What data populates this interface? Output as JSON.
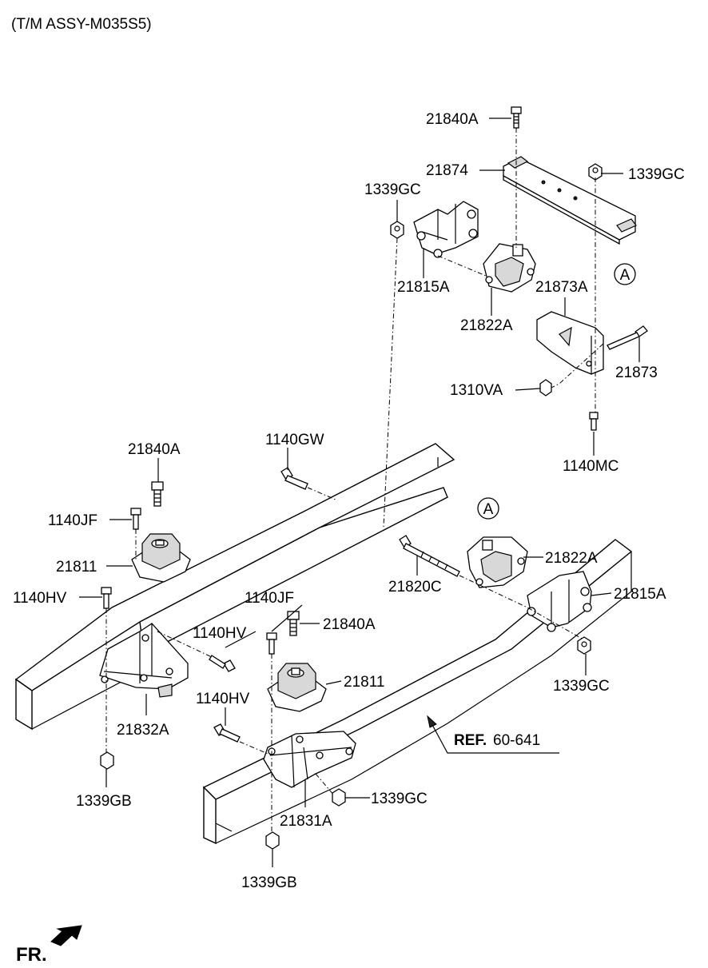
{
  "header": {
    "title": "(T/M ASSY-M035S5)"
  },
  "callouts": {
    "circle_a_top": "A",
    "circle_a_mid": "A"
  },
  "labels": {
    "p21840A_top": "21840A",
    "p21874": "21874",
    "p1339GC_top_right": "1339GC",
    "p1339GC_top_left": "1339GC",
    "p21815A_top": "21815A",
    "p21822A_top": "21822A",
    "p21873A": "21873A",
    "p21873": "21873",
    "p1310VA": "1310VA",
    "p1140MC": "1140MC",
    "p1140GW": "1140GW",
    "p21840A_left": "21840A",
    "p1140JF_left": "1140JF",
    "p21811_left": "21811",
    "p1140HV_left": "1140HV",
    "p21822A_mid": "21822A",
    "p21820C": "21820C",
    "p21815A_mid": "21815A",
    "p1140JF_mid": "1140JF",
    "p1140HV_mid": "1140HV",
    "p21840A_mid": "21840A",
    "p21811_mid": "21811",
    "p1339GC_mid": "1339GC",
    "p21832A": "21832A",
    "p1140HV_low": "1140HV",
    "p1339GB_left": "1339GB",
    "p1339GC_low": "1339GC",
    "p21831A": "21831A",
    "p1339GB_low": "1339GB"
  },
  "reference": {
    "ref_bold": "REF.",
    "ref_code": "60-641"
  },
  "direction": {
    "label": "FR."
  }
}
